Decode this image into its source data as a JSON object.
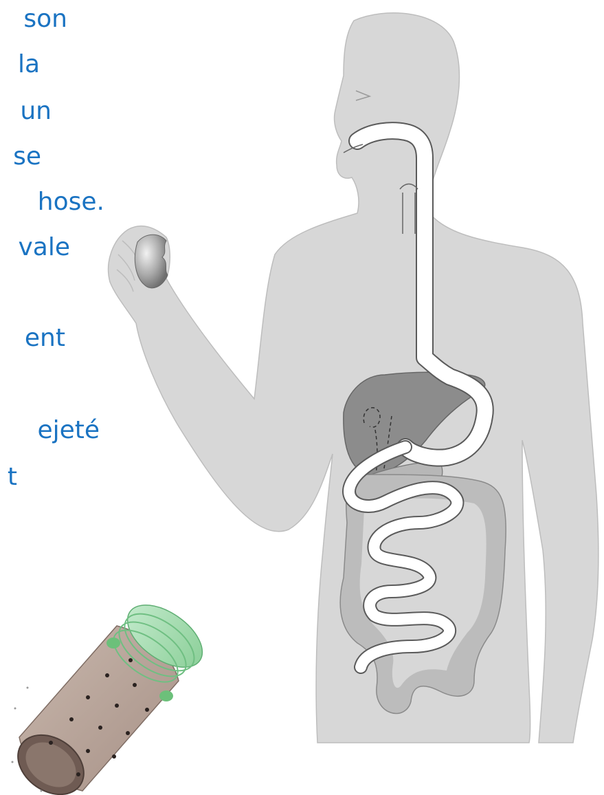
{
  "text_fragments": [
    "son",
    "la",
    "un",
    "se",
    "hose.",
    "vale",
    "ent",
    "ejeté",
    "t"
  ]
}
